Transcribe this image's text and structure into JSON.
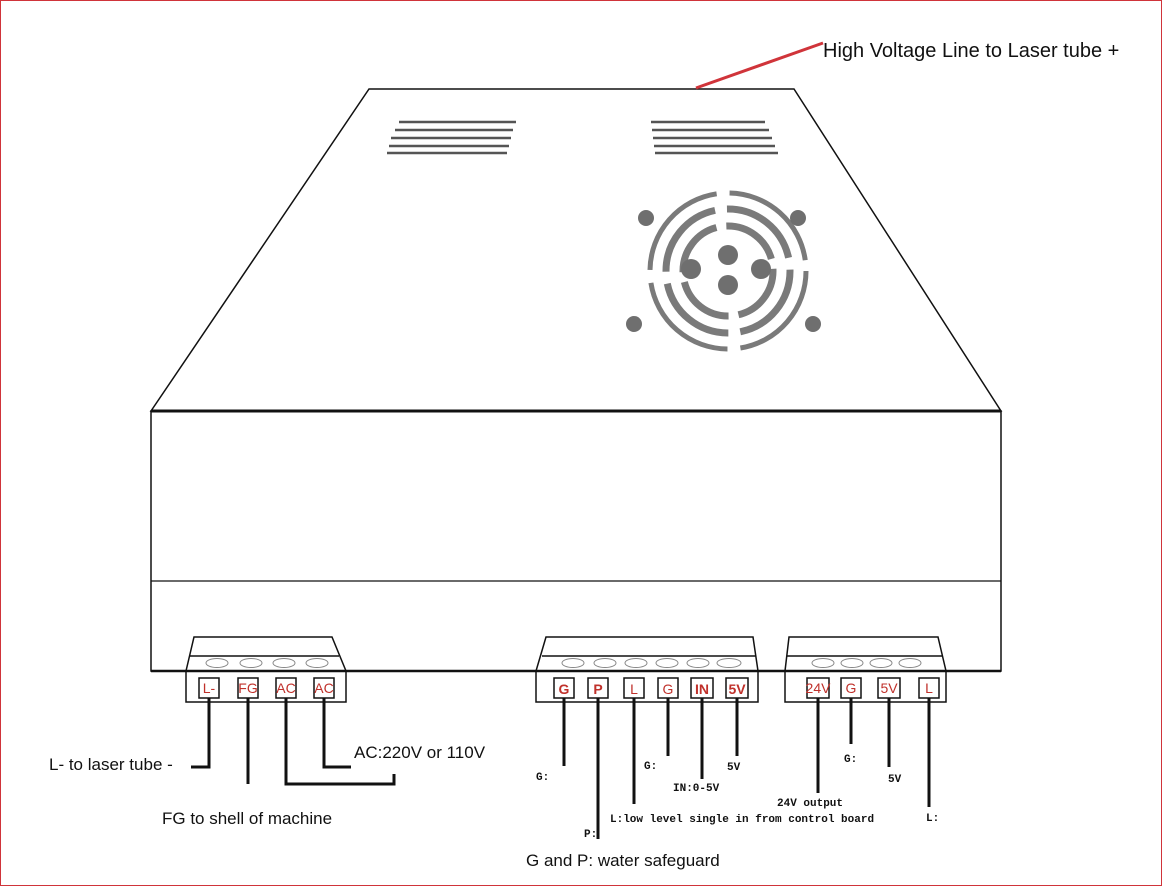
{
  "colors": {
    "high_voltage_line": "#d0343a",
    "terminal_text": "#c0312b",
    "fan": "#6f6f6f"
  },
  "top_label": "High Voltage Line to Laser tube +",
  "connectors": {
    "power": {
      "terminals": [
        "L-",
        "FG",
        "AC",
        "AC"
      ],
      "labels": {
        "l_minus": "L- to laser tube -",
        "fg": "FG to shell of machine",
        "ac": "AC:220V or 110V"
      }
    },
    "control": {
      "terminals": [
        "G",
        "P",
        "L",
        "G",
        "IN",
        "5V"
      ],
      "labels": {
        "g1": "G:",
        "p": "P:",
        "l": "L:low level single in from control board",
        "g2": "G:",
        "in": "IN:0-5V",
        "v5": "5V"
      },
      "caption": "G and P: water safeguard"
    },
    "output": {
      "terminals": [
        "24V",
        "G",
        "5V",
        "L"
      ],
      "labels": {
        "v24": "24V output",
        "g": "G:",
        "v5": "5V",
        "l": "L:"
      }
    }
  }
}
